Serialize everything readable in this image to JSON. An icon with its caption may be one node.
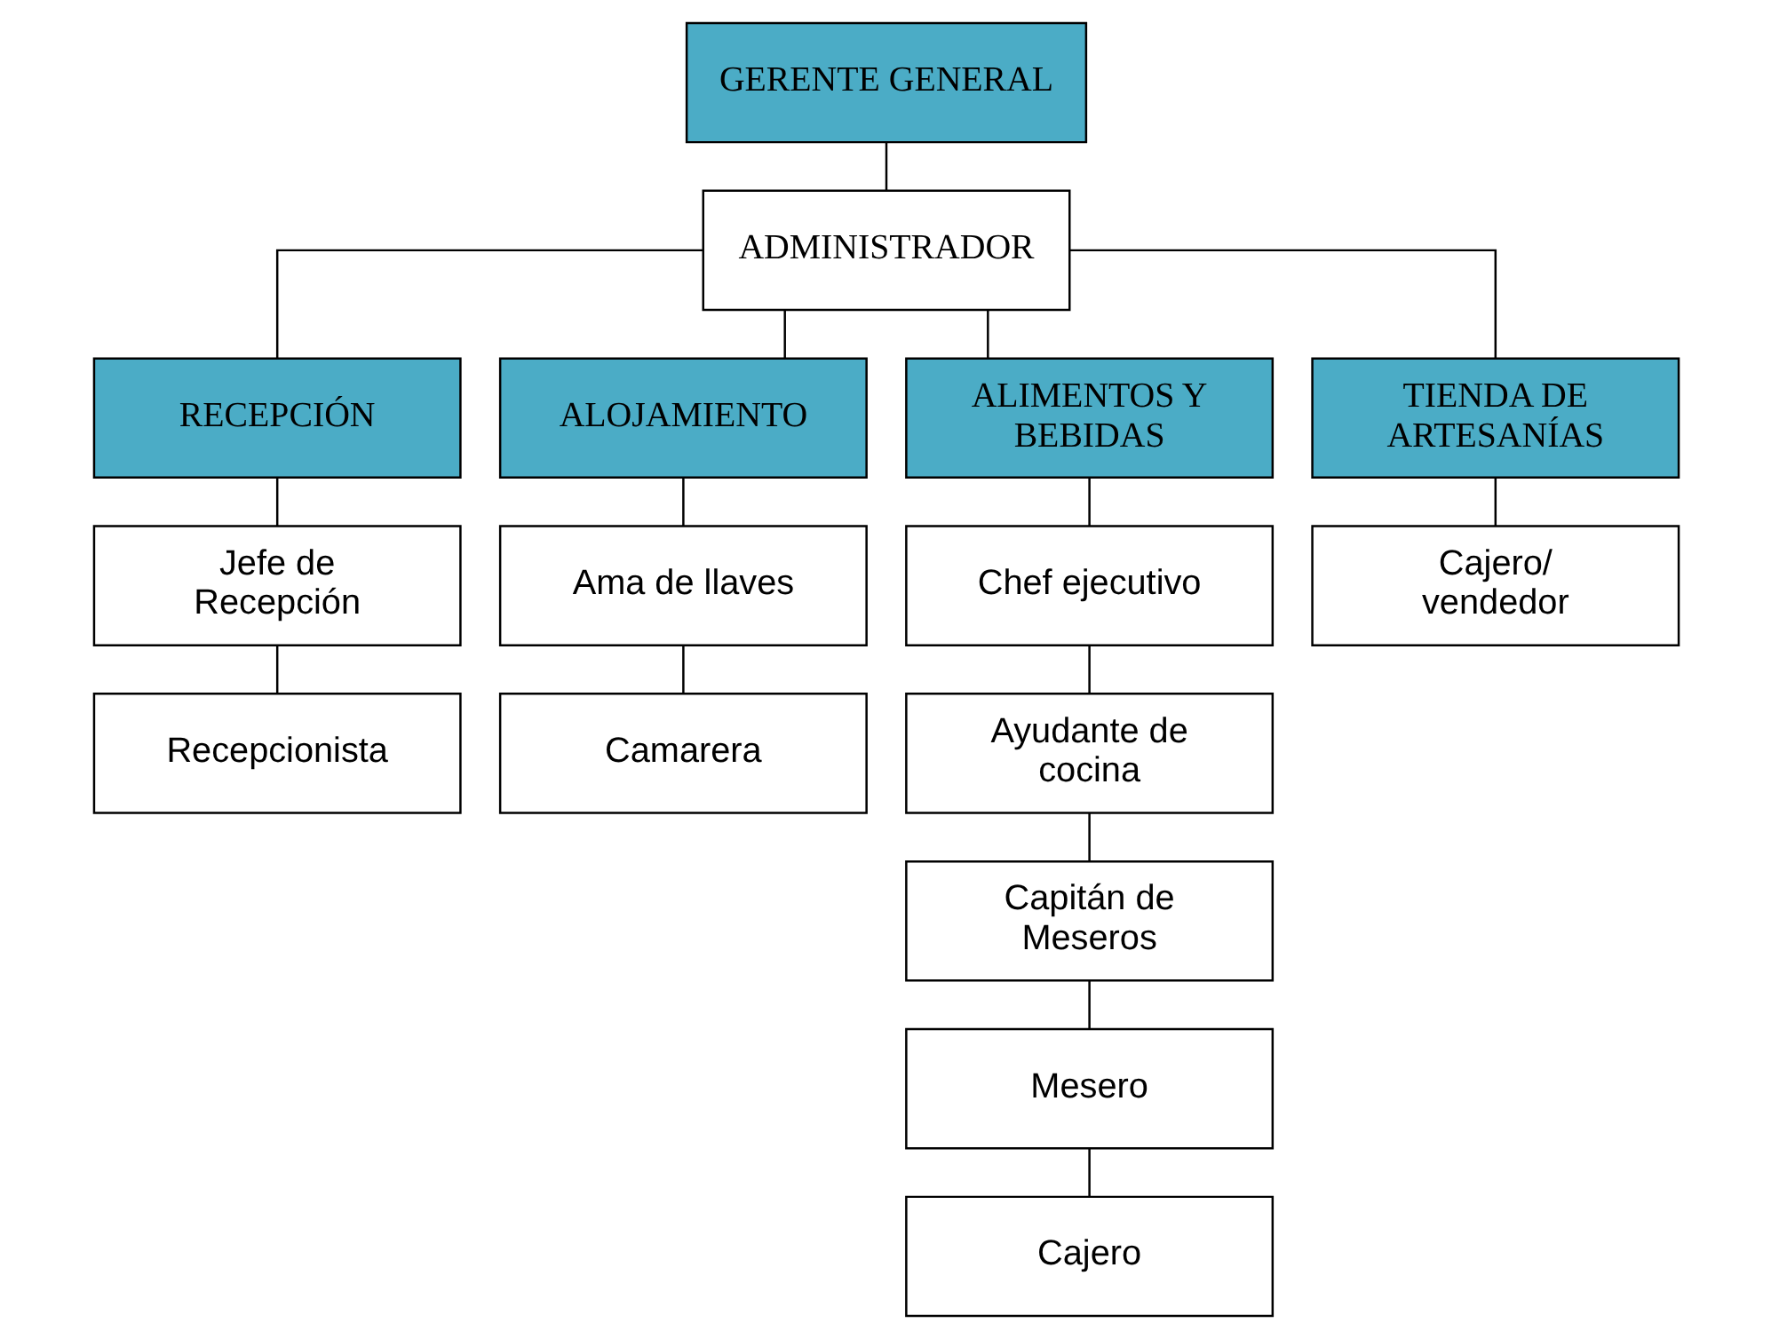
{
  "diagram": {
    "nodes": [
      {
        "text": [
          "GERENTE GENERAL"
        ]
      },
      {
        "text": [
          "ADMINISTRADOR"
        ]
      },
      {
        "text": [
          "RECEPCIÓN"
        ]
      },
      {
        "text": [
          "ALOJAMIENTO"
        ]
      },
      {
        "text": [
          "ALIMENTOS Y BEBIDAS"
        ]
      },
      {
        "text": [
          "TIENDA DE ARTESANÍAS"
        ]
      },
      {
        "text": [
          "Jefe de Recepción"
        ]
      },
      {
        "text": [
          "Recepcionista"
        ]
      },
      {
        "text": [
          "Ama de llaves"
        ]
      },
      {
        "text": [
          "Camarera"
        ]
      },
      {
        "text": [
          "Chef ejecutivo"
        ]
      },
      {
        "text": [
          "Ayudante de cocina"
        ]
      },
      {
        "text": [
          "Capitán de Meseros"
        ]
      },
      {
        "text": [
          "Mesero"
        ]
      },
      {
        "text": [
          "Cajero"
        ]
      },
      {
        "text": [
          "Cajero/ vendedor"
        ]
      }
    ],
    "edges": [
      {
        "from": 0,
        "to": 1,
        "arrow": "none"
      },
      {
        "from": 1,
        "to": 2,
        "arrow": "none"
      },
      {
        "from": 1,
        "to": 3,
        "arrow": "none"
      },
      {
        "from": 1,
        "to": 4,
        "arrow": "none"
      },
      {
        "from": 1,
        "to": 5,
        "arrow": "none"
      },
      {
        "from": 2,
        "to": 6,
        "arrow": "none"
      },
      {
        "from": 6,
        "to": 7,
        "arrow": "none"
      },
      {
        "from": 3,
        "to": 8,
        "arrow": "none"
      },
      {
        "from": 8,
        "to": 9,
        "arrow": "none"
      },
      {
        "from": 4,
        "to": 10,
        "arrow": "none"
      },
      {
        "from": 10,
        "to": 11,
        "arrow": "none"
      },
      {
        "from": 11,
        "to": 12,
        "arrow": "none"
      },
      {
        "from": 12,
        "to": 13,
        "arrow": "none"
      },
      {
        "from": 13,
        "to": 14,
        "arrow": "none"
      },
      {
        "from": 5,
        "to": 15,
        "arrow": "none"
      }
    ]
  }
}
